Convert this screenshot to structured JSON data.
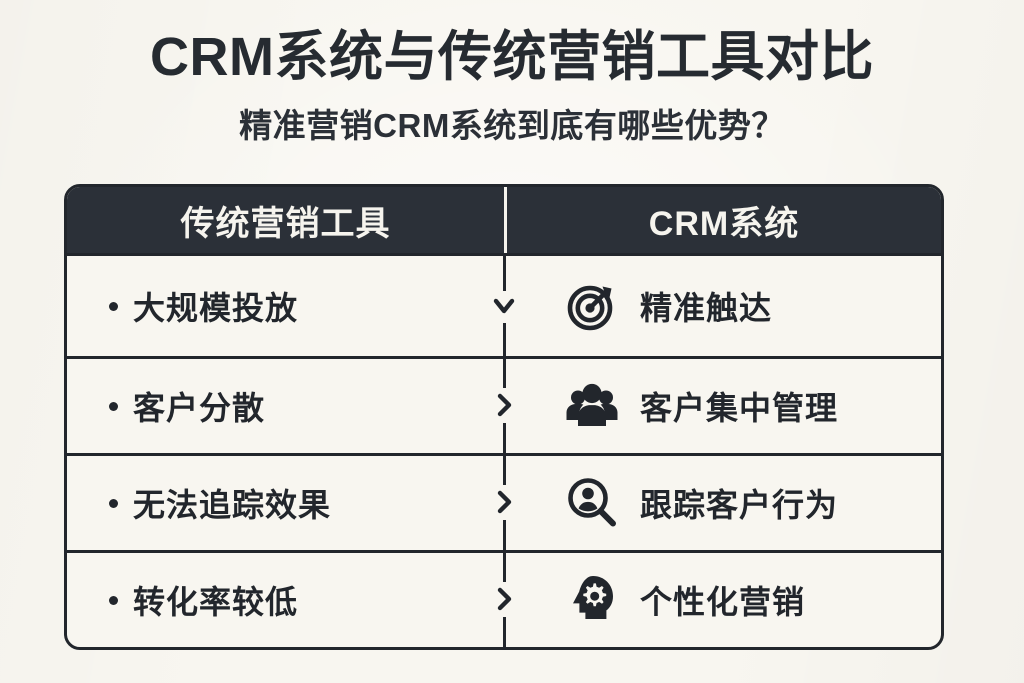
{
  "page": {
    "title": "CRM系统与传统营销工具对比",
    "subtitle": "精准营销CRM系统到底有哪些优势？",
    "background_color": "#f8f6f0",
    "ink_color": "#22262c",
    "header_bar_color": "#2b3038"
  },
  "table": {
    "columns": [
      {
        "label": "传统营销工具"
      },
      {
        "label": "CRM系统"
      }
    ],
    "rows": [
      {
        "left": "大规模投放",
        "right": "精准触达",
        "icon": "target-arrow-icon",
        "connector": "chevron-down-icon"
      },
      {
        "left": "客户分散",
        "right": "客户集中管理",
        "icon": "people-group-icon",
        "connector": "chevron-right-icon"
      },
      {
        "left": "无法追踪效果",
        "right": "跟踪客户行为",
        "icon": "user-magnifier-icon",
        "connector": "chevron-right-icon"
      },
      {
        "left": "转化率较低",
        "right": "个性化营销",
        "icon": "head-gear-icon",
        "connector": "chevron-right-icon"
      }
    ]
  }
}
